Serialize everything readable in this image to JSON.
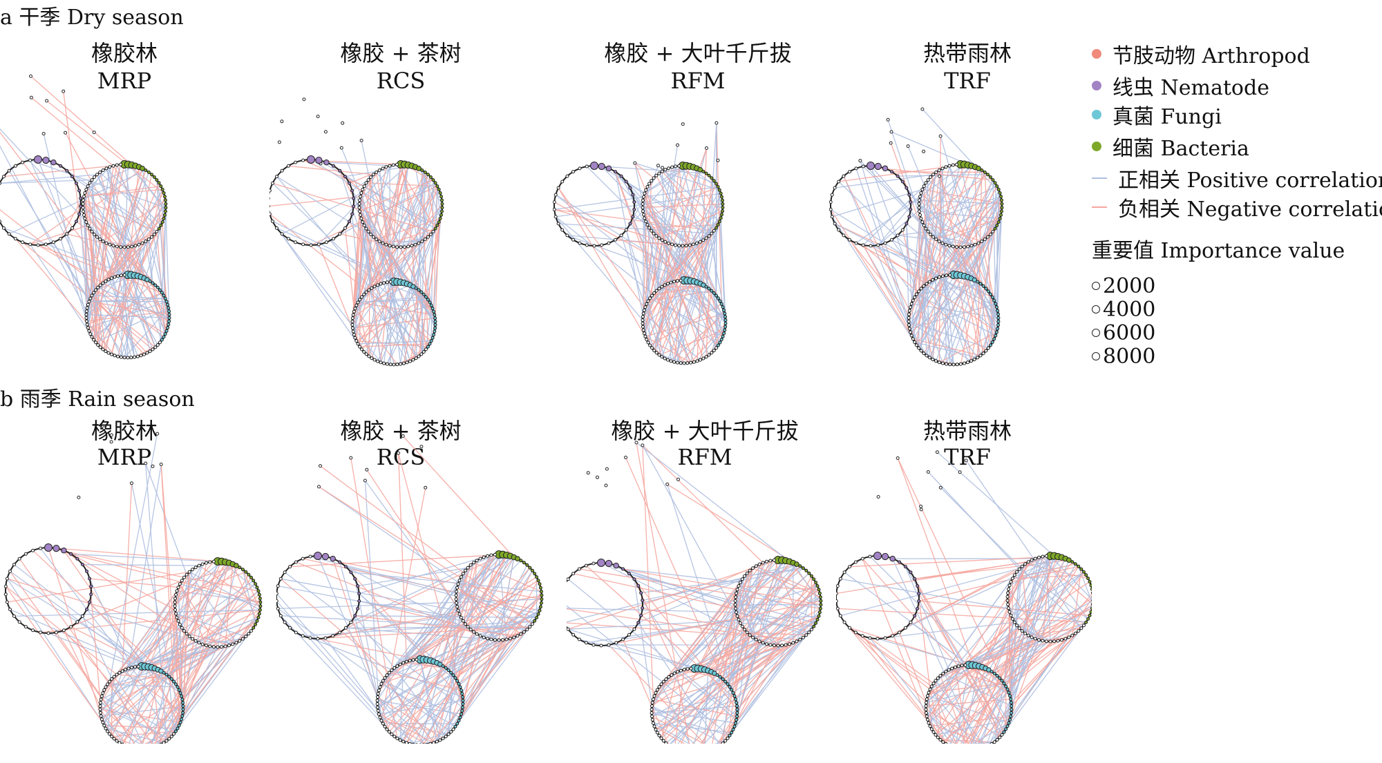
{
  "figure": {
    "section_a": "a 干季 Dry season",
    "section_b": "b 雨季 Rain season",
    "panels": [
      {
        "title_cn": "橡胶林",
        "title_en": "MRP"
      },
      {
        "title_cn": "橡胶 + 茶树",
        "title_en": "RCS"
      },
      {
        "title_cn": "橡胶 + 大叶千斤拔",
        "title_en": "RFM"
      },
      {
        "title_cn": "热带雨林",
        "title_en": "TRF"
      }
    ],
    "legend": {
      "arthropod": "节肢动物 Arthropod",
      "nematode": "线虫 Nematode",
      "fungi": "真菌 Fungi",
      "bacteria": "细菌 Bacteria",
      "positive": "正相关 Positive correlation",
      "negative": "负相关 Negative correlation",
      "importance_title": "重要值 Importance value",
      "importance_values": [
        "2000",
        "4000",
        "6000",
        "8000"
      ]
    },
    "colors": {
      "arthropod": "#f08a7c",
      "nematode": "#a283c4",
      "fungi": "#6ec7d6",
      "bacteria": "#7ea829",
      "positive": "#aebfe0",
      "negative": "#f5a69e",
      "node_stroke": "#222222"
    }
  }
}
